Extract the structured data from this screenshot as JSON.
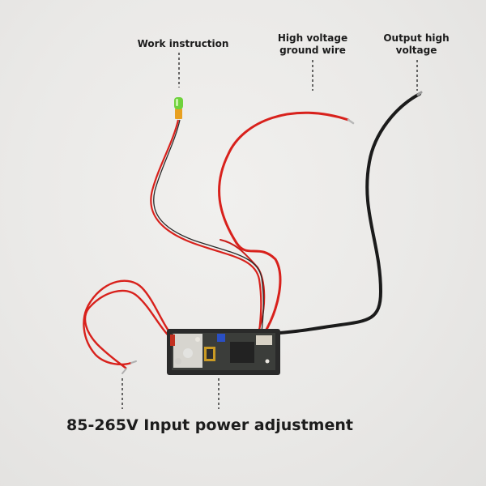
{
  "labels": {
    "work_instruction": "Work instruction",
    "high_voltage_ground_wire": "High voltage ground wire",
    "output_high_voltage": "Output high voltage",
    "input_power": "85-265V Input power adjustment"
  },
  "colors": {
    "background": "#ecebe9",
    "red_wire": "#d8211c",
    "black_wire": "#1b1b1b",
    "board": "#2a2a2a",
    "led": "#6fd23c"
  }
}
